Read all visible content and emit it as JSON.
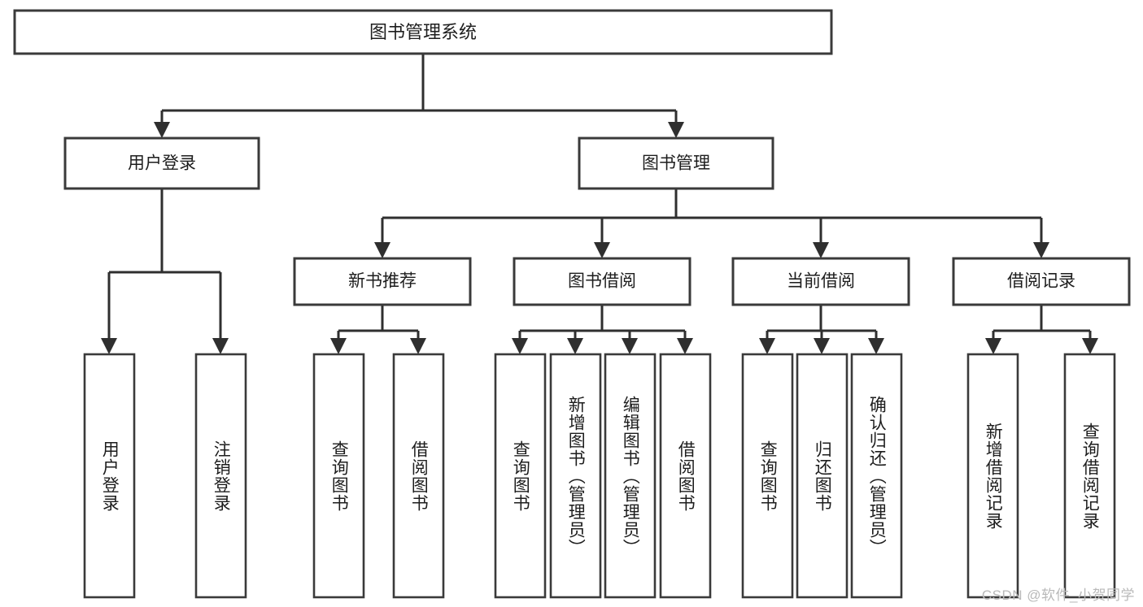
{
  "diagram": {
    "title": "图书管理系统",
    "type": "tree",
    "watermark": "CSDN @软件_小贺同学",
    "colors": {
      "box_stroke": "#3a3a3a",
      "connector": "#2f2f2f",
      "box_fill": "#ffffff",
      "text": "#1d1d1d",
      "watermark": "#b9b9b9",
      "background": "#ffffff"
    },
    "root": {
      "label": "图书管理系统"
    },
    "level2": [
      {
        "label": "用户登录"
      },
      {
        "label": "图书管理"
      }
    ],
    "level3": [
      {
        "label": "新书推荐"
      },
      {
        "label": "图书借阅"
      },
      {
        "label": "当前借阅"
      },
      {
        "label": "借阅记录"
      }
    ],
    "leaves": {
      "user_login": [
        {
          "label": "用户登录"
        },
        {
          "label": "注销登录"
        }
      ],
      "new_book_recommend": [
        {
          "label": "查询图书"
        },
        {
          "label": "借阅图书"
        }
      ],
      "book_borrow": [
        {
          "label": "查询图书"
        },
        {
          "label": "新增图书（管理员）"
        },
        {
          "label": "编辑图书（管理员）"
        },
        {
          "label": "借阅图书"
        }
      ],
      "current_borrow": [
        {
          "label": "查询图书"
        },
        {
          "label": "归还图书"
        },
        {
          "label": "确认归还（管理员）"
        }
      ],
      "borrow_record": [
        {
          "label": "新增借阅记录"
        },
        {
          "label": "查询借阅记录"
        }
      ]
    }
  }
}
